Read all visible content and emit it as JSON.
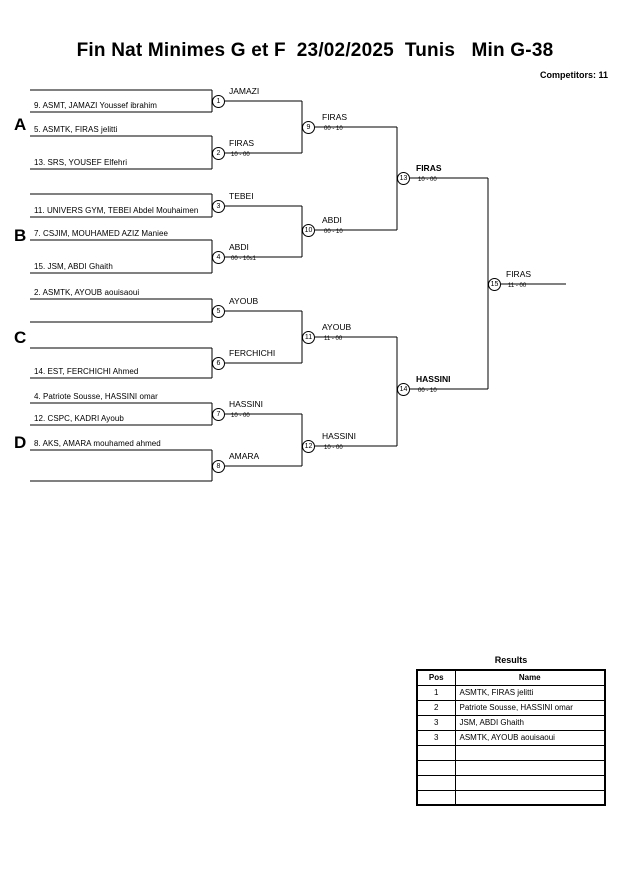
{
  "header": {
    "title": "Fin Nat Minimes G et F  23/02/2025  Tunis   Min G-38",
    "competitors": "Competitors: 11"
  },
  "sections": [
    {
      "letter": "A"
    },
    {
      "letter": "B"
    },
    {
      "letter": "C"
    },
    {
      "letter": "D"
    }
  ],
  "entrants": [
    {
      "label": "9. ASMT, JAMAZI Youssef ibrahim"
    },
    {
      "label": "5. ASMTK, FIRAS jelitti"
    },
    {
      "label": "13. SRS, YOUSEF Elfehri"
    },
    {
      "label": "11. UNIVERS GYM, TEBEI Abdel Mouhaimen"
    },
    {
      "label": "7. CSJIM, MOUHAMED AZIZ Maniee"
    },
    {
      "label": "15. JSM, ABDI Ghaith"
    },
    {
      "label": "2. ASMTK, AYOUB aouisaoui"
    },
    {
      "label": "14. EST, FERCHICHI Ahmed"
    },
    {
      "label": "4. Patriote Sousse, HASSINI omar"
    },
    {
      "label": "12. CSPC, KADRI Ayoub"
    },
    {
      "label": "8. AKS, AMARA mouhamed ahmed"
    }
  ],
  "matches": [
    {
      "num": "1",
      "winner": "JAMAZI",
      "score": "",
      "bold": false
    },
    {
      "num": "2",
      "winner": "FIRAS",
      "score": "10 - 00",
      "bold": false
    },
    {
      "num": "3",
      "winner": "TEBEI",
      "score": "",
      "bold": false
    },
    {
      "num": "4",
      "winner": "ABDI",
      "score": "00 - 10s1",
      "bold": false
    },
    {
      "num": "5",
      "winner": "AYOUB",
      "score": "",
      "bold": false
    },
    {
      "num": "6",
      "winner": "FERCHICHI",
      "score": "",
      "bold": false
    },
    {
      "num": "7",
      "winner": "HASSINI",
      "score": "10 - 00",
      "bold": false
    },
    {
      "num": "8",
      "winner": "AMARA",
      "score": "",
      "bold": false
    },
    {
      "num": "9",
      "winner": "FIRAS",
      "score": "00 - 10",
      "bold": false
    },
    {
      "num": "10",
      "winner": "ABDI",
      "score": "00 - 10",
      "bold": false
    },
    {
      "num": "11",
      "winner": "AYOUB",
      "score": "11 - 00",
      "bold": false
    },
    {
      "num": "12",
      "winner": "HASSINI",
      "score": "10 - 00",
      "bold": false
    },
    {
      "num": "13",
      "winner": "FIRAS",
      "score": "10 - 00",
      "bold": true
    },
    {
      "num": "14",
      "winner": "HASSINI",
      "score": "00 - 10",
      "bold": true
    },
    {
      "num": "15",
      "winner": "FIRAS",
      "score": "11 - 00",
      "bold": false
    }
  ],
  "results": {
    "title": "Results",
    "columns": [
      "Pos",
      "Name"
    ],
    "rows": [
      {
        "pos": "1",
        "name": "ASMTK, FIRAS jelitti"
      },
      {
        "pos": "2",
        "name": "Patriote Sousse, HASSINI omar"
      },
      {
        "pos": "3",
        "name": "JSM, ABDI Ghaith"
      },
      {
        "pos": "3",
        "name": "ASMTK, AYOUB aouisaoui"
      },
      {
        "pos": "",
        "name": ""
      },
      {
        "pos": "",
        "name": ""
      },
      {
        "pos": "",
        "name": ""
      },
      {
        "pos": "",
        "name": ""
      }
    ]
  },
  "colors": {
    "line": "#000000",
    "background": "#ffffff",
    "text": "#000000"
  }
}
